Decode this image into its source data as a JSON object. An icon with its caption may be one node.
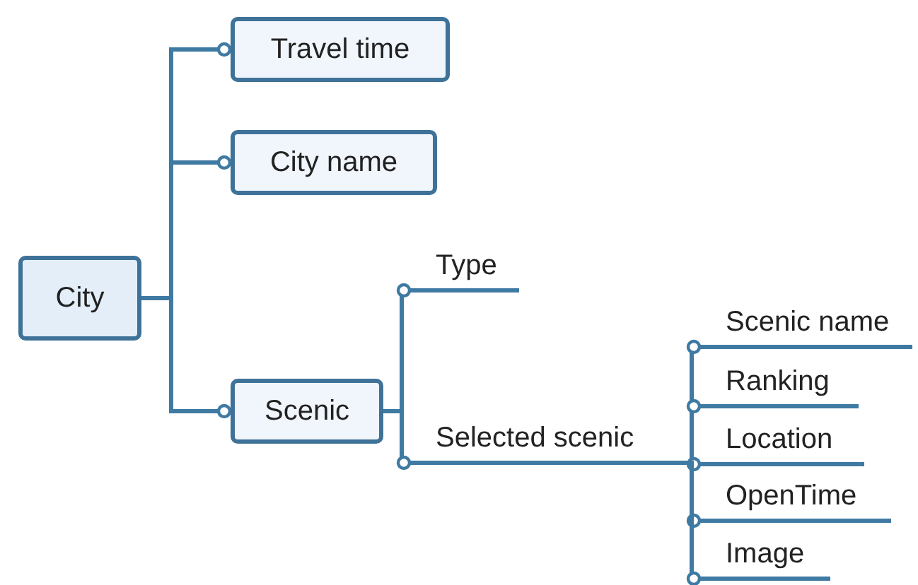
{
  "diagram": {
    "nodes": [
      {
        "text": [
          "City"
        ]
      },
      {
        "text": [
          "Travel time"
        ]
      },
      {
        "text": [
          "City name"
        ]
      },
      {
        "text": [
          "Scenic"
        ]
      },
      {
        "text": [
          "Type"
        ]
      },
      {
        "text": [
          "Selected scenic"
        ]
      },
      {
        "text": [
          "Scenic name"
        ]
      },
      {
        "text": [
          "Ranking"
        ]
      },
      {
        "text": [
          "Location"
        ]
      },
      {
        "text": [
          "OpenTime"
        ]
      },
      {
        "text": [
          "Image"
        ]
      }
    ],
    "edges": [
      {
        "from": 0,
        "to": 1,
        "arrow": "other"
      },
      {
        "from": 0,
        "to": 2,
        "arrow": "other"
      },
      {
        "from": 0,
        "to": 3,
        "arrow": "other"
      },
      {
        "from": 3,
        "to": 4,
        "arrow": "other"
      },
      {
        "from": 3,
        "to": 5,
        "arrow": "other"
      },
      {
        "from": 5,
        "to": 6,
        "arrow": "other"
      },
      {
        "from": 5,
        "to": 7,
        "arrow": "other"
      },
      {
        "from": 5,
        "to": 8,
        "arrow": "other"
      },
      {
        "from": 5,
        "to": 9,
        "arrow": "other"
      },
      {
        "from": 5,
        "to": 10,
        "arrow": "other"
      }
    ]
  }
}
